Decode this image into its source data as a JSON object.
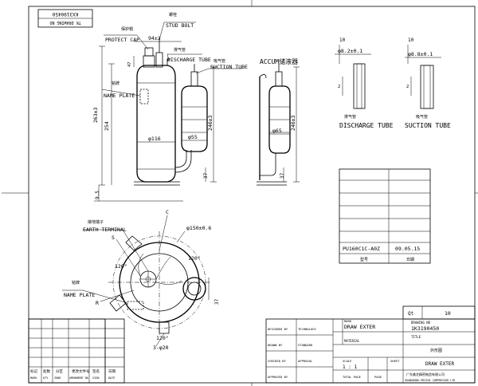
{
  "top_stamp": {
    "line1": "KX3190450",
    "line2": "TK DRAWING NO"
  },
  "front_view": {
    "stud_bolt": "STUD BOLT",
    "protect_cap": "PROTECT CAP",
    "discharge_tube": "DISCHARGE TUBE",
    "suction_tube": "SUCTION TUBE",
    "name_plate": "NAME PLATE",
    "dim_top": "94±3",
    "dim_height": "263±3",
    "dim_254": "254",
    "dim_116": "φ116",
    "dim_55": "φ55",
    "dim_95": "9.5",
    "dim_246": "246±3",
    "dim_37": "37",
    "dim_47": "47",
    "cn_stud": "螺栓",
    "cn_cap": "保护帽",
    "cn_disch": "排气管",
    "cn_suct": "吸气管",
    "cn_plate": "铭牌"
  },
  "side_view": {
    "title": "ACCUM储液器",
    "dim_65": "φ65",
    "dim_246": "246±3",
    "dim_37": "37"
  },
  "tube_details": {
    "left_dim": "φ8.2±0.1",
    "right_dim": "φ8.8±0.1",
    "left_top": "10",
    "right_top": "10",
    "left_label": "DISCHARGE TUBE",
    "right_label": "SUCTION TUBE",
    "left_cn": "排气管",
    "right_cn": "吸气管"
  },
  "bottom_view": {
    "c": "C",
    "earth_terminal": "EARTH TERMINAL",
    "cn_earth": "接地端子",
    "s": "S",
    "r": "R",
    "dim_150": "φ150±0.6",
    "angle_120a": "120°",
    "angle_120b": "120°",
    "angle_120c": "120°",
    "dim_37": "37",
    "holes": "3-φ20",
    "name_plate": "NAME PLATE",
    "cn_plate": "铭牌"
  },
  "model_table": {
    "model": "PU160C1C-A0Z",
    "date": "09.05.15",
    "col1": "型号",
    "col2": "日期"
  },
  "title_block": {
    "qty_label": "Qt",
    "qty": "10",
    "drawing_no_label": "DRAWING NO",
    "drawing_no": "1K3190450",
    "title_label": "TITLE",
    "title_cn": "外形图",
    "title_en": "DRAW EXTER",
    "draw_exter": "DRAW EXTER",
    "mark_label": "MARK",
    "material_label": "MATERIAL",
    "scale_label": "SCALE",
    "sheet_label": "SHEET",
    "scale_val": "1 : 1",
    "designed_by": "DESIGNED BY",
    "drawn_by": "DRAWN BY",
    "checked_by": "CHECKED BY",
    "approved_by": "APPROVED BY",
    "technology": "TECHNOLOGY",
    "standard": "STANDARD",
    "approval": "APPROVAL",
    "total_pages": "TOTAL PAGE",
    "page": "PAGE",
    "company_cn": "广东美芝精密制造有限公司",
    "company_en": "GUANGDONG MEIZHI COMPRESSOR LTD",
    "rev_headers": [
      "标记",
      "处数",
      "分区",
      "更改文件号",
      "签名",
      "日期"
    ],
    "rev_headers_en": [
      "MARK",
      "QTY",
      "ZONE",
      "AMENDMENT NO",
      "SIGN",
      "DATE"
    ]
  }
}
